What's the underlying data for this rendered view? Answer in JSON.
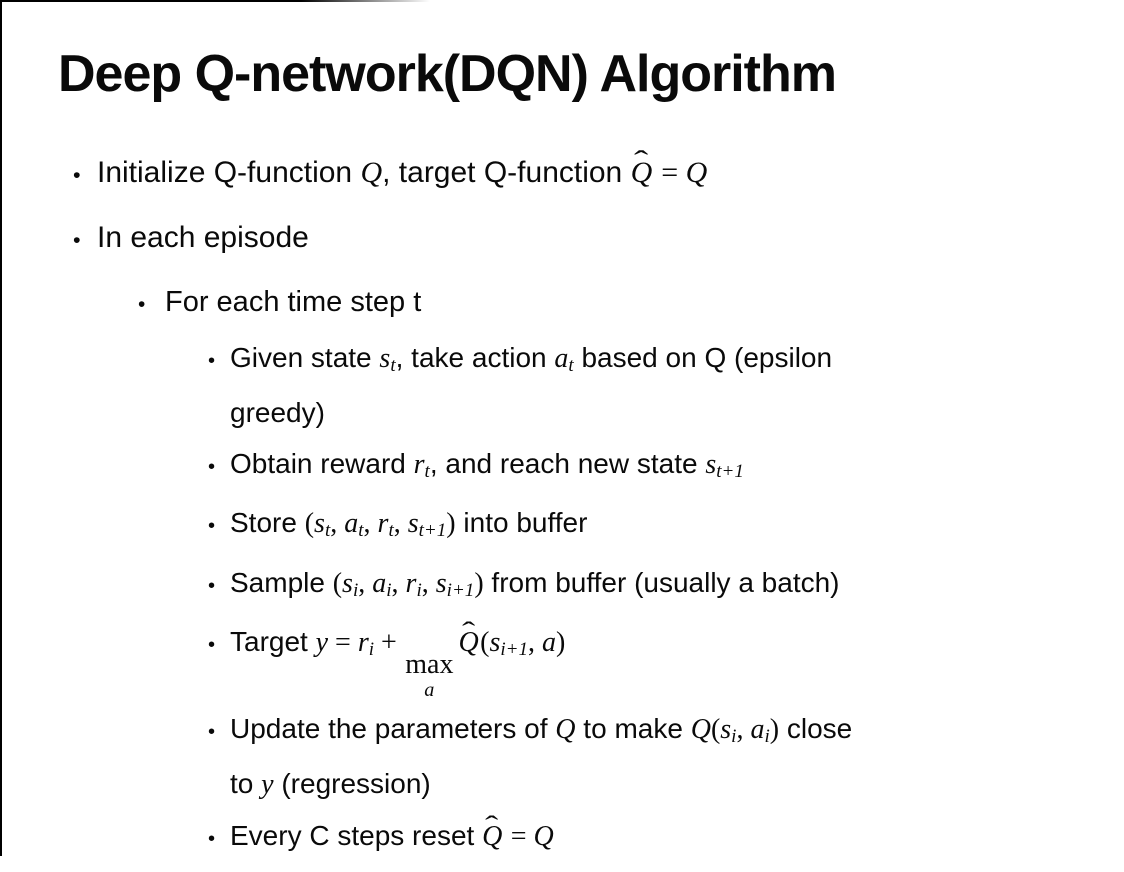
{
  "slide": {
    "title": "Deep Q-network(DQN) Algorithm",
    "bullet_glyph": "•",
    "bullets": [
      {
        "level": 1,
        "segments": [
          {
            "s": "p",
            "t": "Initialize Q-function "
          },
          {
            "s": "v",
            "t": "Q"
          },
          {
            "s": "p",
            "t": ", target Q-function "
          },
          {
            "s": "h",
            "t": "Q"
          },
          {
            "s": "m",
            "t": " = "
          },
          {
            "s": "v",
            "t": "Q"
          }
        ]
      },
      {
        "level": 1,
        "segments": [
          {
            "s": "p",
            "t": "In each episode"
          }
        ]
      },
      {
        "level": 2,
        "segments": [
          {
            "s": "p",
            "t": "For each time step t"
          }
        ]
      },
      {
        "level": 3,
        "segments": [
          {
            "s": "p",
            "t": "Given state "
          },
          {
            "s": "v",
            "t": "s"
          },
          {
            "s": "b",
            "t": "t"
          },
          {
            "s": "p",
            "t": ", take action "
          },
          {
            "s": "v",
            "t": "a"
          },
          {
            "s": "b",
            "t": "t"
          },
          {
            "s": "p",
            "t": " based on Q (epsilon"
          },
          {
            "s": "br"
          },
          {
            "s": "p",
            "t": "greedy)"
          }
        ]
      },
      {
        "level": 3,
        "segments": [
          {
            "s": "p",
            "t": "Obtain reward "
          },
          {
            "s": "v",
            "t": "r"
          },
          {
            "s": "b",
            "t": "t"
          },
          {
            "s": "p",
            "t": ", and reach new state "
          },
          {
            "s": "v",
            "t": "s"
          },
          {
            "s": "b",
            "t": "t+1"
          }
        ]
      },
      {
        "level": 3,
        "segments": [
          {
            "s": "p",
            "t": "Store "
          },
          {
            "s": "m",
            "t": "("
          },
          {
            "s": "v",
            "t": "s"
          },
          {
            "s": "b",
            "t": "t"
          },
          {
            "s": "m",
            "t": ", "
          },
          {
            "s": "v",
            "t": "a"
          },
          {
            "s": "b",
            "t": "t"
          },
          {
            "s": "m",
            "t": ", "
          },
          {
            "s": "v",
            "t": "r"
          },
          {
            "s": "b",
            "t": "t"
          },
          {
            "s": "m",
            "t": ", "
          },
          {
            "s": "v",
            "t": "s"
          },
          {
            "s": "b",
            "t": "t+1"
          },
          {
            "s": "m",
            "t": ")"
          },
          {
            "s": "p",
            "t": " into buffer"
          }
        ]
      },
      {
        "level": 3,
        "segments": [
          {
            "s": "p",
            "t": "Sample "
          },
          {
            "s": "m",
            "t": "("
          },
          {
            "s": "v",
            "t": "s"
          },
          {
            "s": "b",
            "t": "i"
          },
          {
            "s": "m",
            "t": ", "
          },
          {
            "s": "v",
            "t": "a"
          },
          {
            "s": "b",
            "t": "i"
          },
          {
            "s": "m",
            "t": ", "
          },
          {
            "s": "v",
            "t": "r"
          },
          {
            "s": "b",
            "t": "i"
          },
          {
            "s": "m",
            "t": ", "
          },
          {
            "s": "v",
            "t": "s"
          },
          {
            "s": "b",
            "t": "i+1"
          },
          {
            "s": "m",
            "t": ")"
          },
          {
            "s": "p",
            "t": " from buffer (usually a batch)"
          }
        ]
      },
      {
        "level": 3,
        "segments": [
          {
            "s": "p",
            "t": "Target "
          },
          {
            "s": "v",
            "t": "y"
          },
          {
            "s": "m",
            "t": " = "
          },
          {
            "s": "v",
            "t": "r"
          },
          {
            "s": "b",
            "t": "i"
          },
          {
            "s": "m",
            "t": " + "
          },
          {
            "s": "k",
            "top": "max",
            "bot": "a"
          },
          {
            "s": "h",
            "t": "Q"
          },
          {
            "s": "m",
            "t": "("
          },
          {
            "s": "v",
            "t": "s"
          },
          {
            "s": "b",
            "t": "i+1"
          },
          {
            "s": "m",
            "t": ", "
          },
          {
            "s": "v",
            "t": "a"
          },
          {
            "s": "m",
            "t": ")"
          }
        ]
      },
      {
        "level": 3,
        "segments": [
          {
            "s": "p",
            "t": "Update the parameters of "
          },
          {
            "s": "v",
            "t": "Q"
          },
          {
            "s": "p",
            "t": " to make "
          },
          {
            "s": "v",
            "t": "Q"
          },
          {
            "s": "m",
            "t": "("
          },
          {
            "s": "v",
            "t": "s"
          },
          {
            "s": "b",
            "t": "i"
          },
          {
            "s": "m",
            "t": ", "
          },
          {
            "s": "v",
            "t": "a"
          },
          {
            "s": "b",
            "t": "i"
          },
          {
            "s": "m",
            "t": ")"
          },
          {
            "s": "p",
            "t": " close"
          },
          {
            "s": "br"
          },
          {
            "s": "p",
            "t": "to "
          },
          {
            "s": "v",
            "t": "y"
          },
          {
            "s": "p",
            "t": " (regression)"
          }
        ]
      },
      {
        "level": 3,
        "segments": [
          {
            "s": "p",
            "t": "Every C steps reset "
          },
          {
            "s": "h",
            "t": "Q"
          },
          {
            "s": "m",
            "t": " = "
          },
          {
            "s": "v",
            "t": "Q"
          }
        ]
      }
    ]
  },
  "colors": {
    "text": "#0a0a0a",
    "background": "#ffffff",
    "edge": "#000000"
  }
}
